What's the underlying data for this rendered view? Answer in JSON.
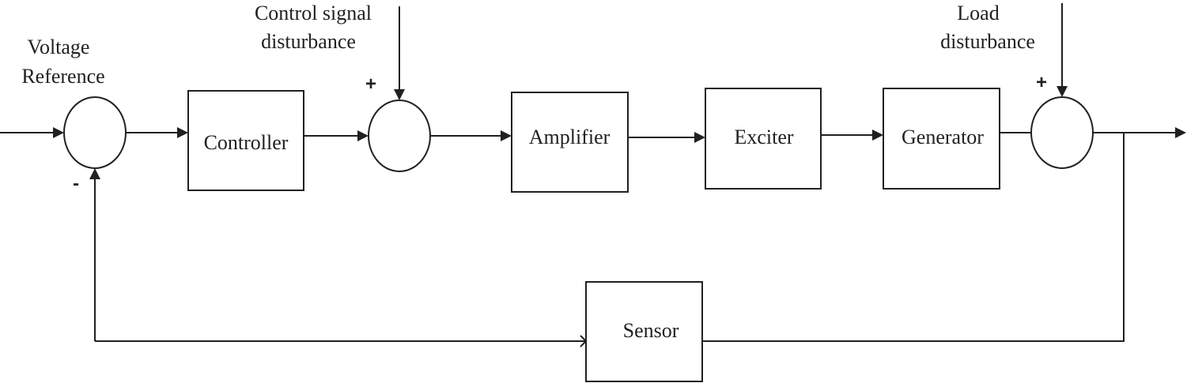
{
  "inputs": {
    "reference_line1": "Voltage",
    "reference_line2": "Reference",
    "control_disturbance_line1": "Control signal",
    "control_disturbance_line2": "disturbance",
    "load_disturbance_line1": "Load",
    "load_disturbance_line2": "disturbance"
  },
  "blocks": {
    "controller": "Controller",
    "amplifier": "Amplifier",
    "exciter": "Exciter",
    "generator": "Generator",
    "sensor": "Sensor"
  },
  "signs": {
    "feedback": "-",
    "control_disturbance": "+",
    "load_disturbance": "+"
  }
}
